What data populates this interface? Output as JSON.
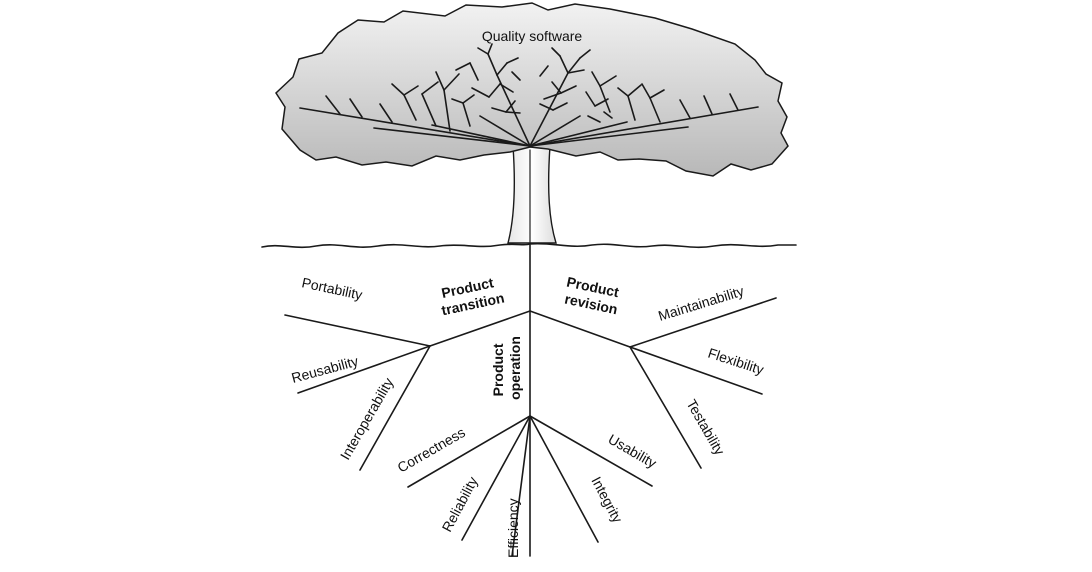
{
  "canopy_label": "Quality software",
  "categories": {
    "transition": "Product transition",
    "revision": "Product revision",
    "operation": "Product operation"
  },
  "factors": {
    "portability": "Portability",
    "reusability": "Reusability",
    "interoperability": "Interoperability",
    "maintainability": "Maintainability",
    "flexibility": "Flexibility",
    "testability": "Testability",
    "correctness": "Correctness",
    "reliability": "Reliability",
    "efficiency": "Efficiency",
    "integrity": "Integrity",
    "usability": "Usability"
  },
  "colors": {
    "canopy_top": "#f2f2f2",
    "canopy_bottom": "#b9b9b9",
    "line": "#1a1a1a"
  }
}
